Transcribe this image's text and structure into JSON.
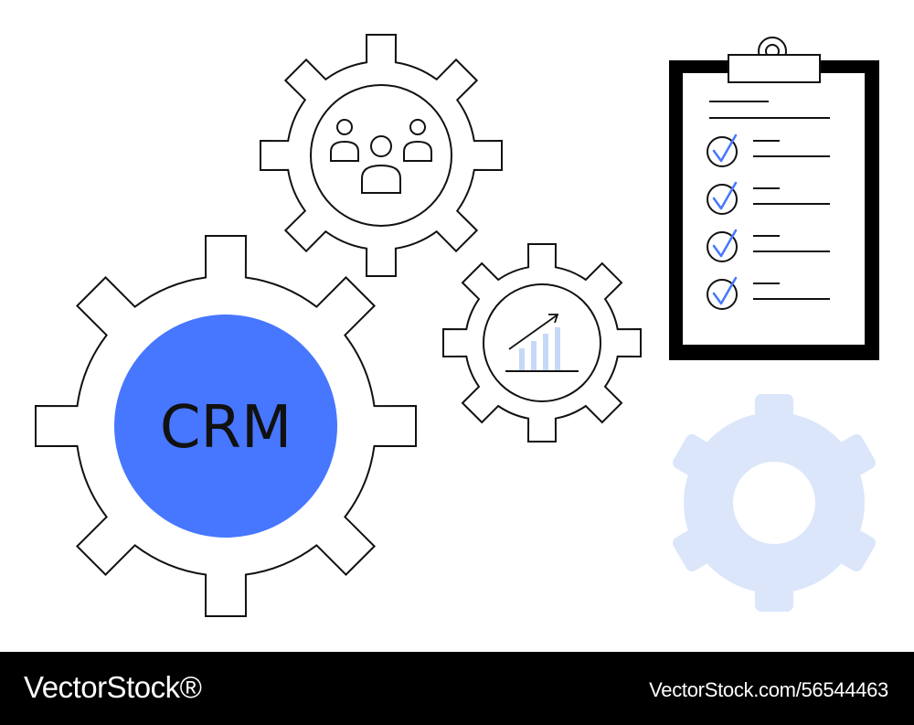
{
  "illustration": {
    "crm_label": "CRM",
    "icons": [
      "gear-icon",
      "people-icon",
      "chart-icon",
      "clipboard-icon",
      "checkmark-icon"
    ],
    "colors": {
      "accent": "#4777ff",
      "light_gear": "#dbe6fb",
      "light_bars": "#c5d8f7",
      "line": "#111111",
      "background": "#ffffff"
    },
    "checklist_items": 4
  },
  "footer": {
    "brand": "VectorStock®",
    "image_id": "VectorStock.com/56544463",
    "background": "#000000"
  }
}
